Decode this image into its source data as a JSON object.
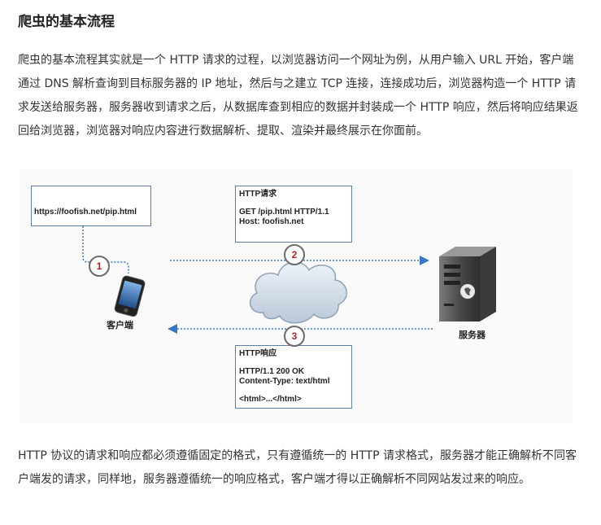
{
  "heading": "爬虫的基本流程",
  "paragraph1": "爬虫的基本流程其实就是一个 HTTP 请求的过程，以浏览器访问一个网址为例，从用户输入 URL 开始，客户端通过 DNS 解析查询到目标服务器的 IP 地址，然后与之建立 TCP 连接，连接成功后，浏览器构造一个 HTTP 请求发送给服务器，服务器收到请求之后，从数据库查到相应的数据并封装成一个 HTTP 响应，然后将响应结果返回给浏览器，浏览器对响应内容进行数据解析、提取、渲染并最终展示在你面前。",
  "diagram": {
    "url_box": "https://foofish.net/pip.html",
    "request_box": {
      "title": "HTTP请求",
      "line1": "GET /pip.html HTTP/1.1",
      "line2": "Host: foofish.net"
    },
    "response_box": {
      "title": "HTTP响应",
      "line1": "HTTP/1.1 200 OK",
      "line2": "Content-Type: text/html",
      "line3": "<html>...</html>"
    },
    "step1": "1",
    "step2": "2",
    "step3": "3",
    "client_label": "客户端",
    "server_label": "服务器",
    "line_color": "#3a77c2",
    "box_border_color": "#5b7fa6"
  },
  "paragraph2": "HTTP 协议的请求和响应都必须遵循固定的格式，只有遵循统一的 HTTP 请求格式，服务器才能正确解析不同客户端发的请求，同样地，服务器遵循统一的响应格式，客户端才得以正确解析不同网站发过来的响应。"
}
